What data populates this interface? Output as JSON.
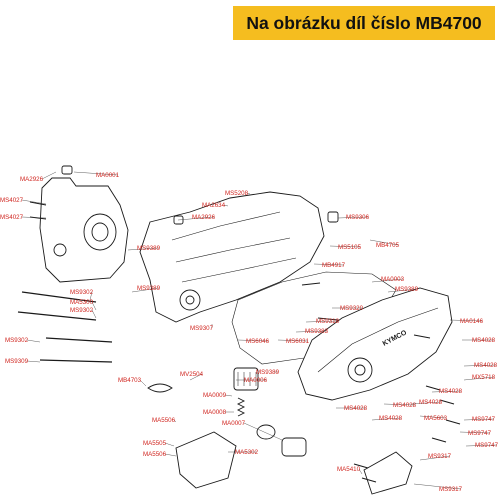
{
  "banner": {
    "text": "Na obrázku díl číslo MB4700",
    "background": "#f5bd1f"
  },
  "label_color": "#d0251f",
  "labels": [
    "MA0001",
    "MA2926",
    "MS4027",
    "MS4027",
    "MS5208",
    "MA2634",
    "MA2926",
    "MS9306",
    "MS9389",
    "MS5105",
    "MB4705",
    "MS9389",
    "MB4917",
    "MA0003",
    "MS9302",
    "MA5300",
    "MS9302",
    "MS9389",
    "MS9302",
    "MS9320",
    "MS9307",
    "MS9318",
    "MA0146",
    "MS9309",
    "MS9383",
    "MS6046",
    "MS6031",
    "MS4028",
    "MS9389",
    "MV2504",
    "MB4703",
    "MA0006",
    "MA0009",
    "MS4028",
    "MX5718",
    "MA0008",
    "MS4028",
    "MS4028",
    "MS4028",
    "MS4028",
    "MS9747",
    "MA5506",
    "MA0007",
    "MS4028",
    "MA5603",
    "MS9747",
    "MA5505",
    "MA5302",
    "MS9747",
    "MA5506",
    "MS9317",
    "MA5410",
    "MS9317"
  ],
  "cover_brand": "KYMCO"
}
